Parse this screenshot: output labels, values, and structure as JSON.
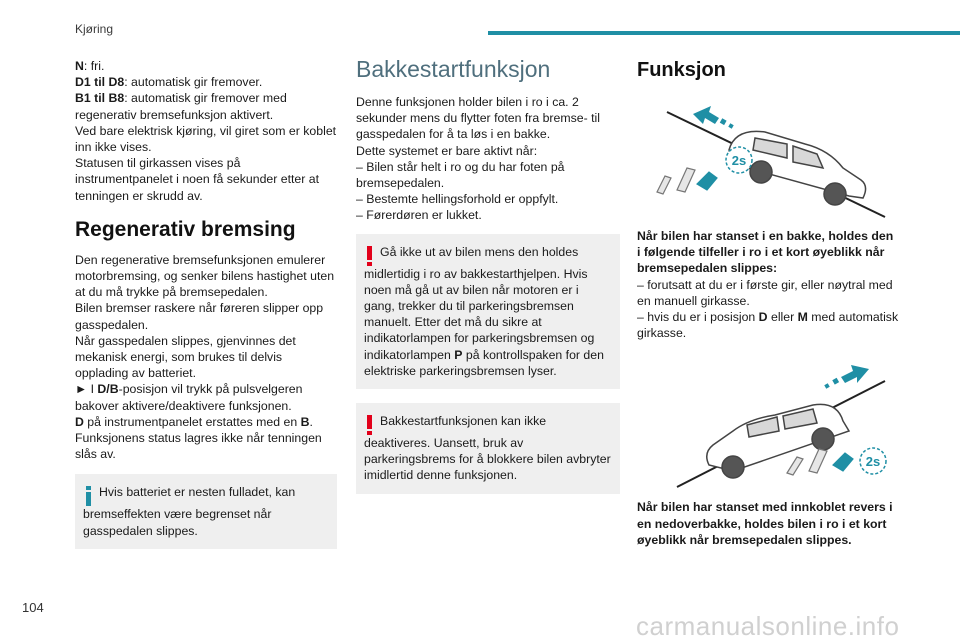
{
  "header": {
    "title": "Kjøring"
  },
  "page_number": "104",
  "watermark": "carmanualsonline.info",
  "col1": {
    "gear_lines": [
      {
        "key": "N",
        "text": ": fri."
      },
      {
        "key": "D1 til D8",
        "text": ": automatisk gir fremover."
      },
      {
        "key": "B1 til B8",
        "text": ": automatisk gir fremover med regenerativ bremsefunksjon aktivert."
      }
    ],
    "gear_note": "Ved bare elektrisk kjøring, vil giret som er koblet inn ikke vises.",
    "gear_status": "Statusen til girkassen vises på instrumentpanelet i noen få sekunder etter at tenningen er skrudd av.",
    "regen_heading": "Regenerativ bremsing",
    "regen_p1": "Den regenerative bremsefunksjonen emulerer motorbremsing, og senker bilens hastighet uten at du må trykke på bremsepedalen.",
    "regen_p2": "Bilen bremser raskere når føreren slipper opp gasspedalen.",
    "regen_p3": "Når gasspedalen slippes, gjenvinnes det mekanisk energi, som brukes til delvis opplading av batteriet.",
    "regen_p4_pre": "► I ",
    "regen_p4_bold": "D/B",
    "regen_p4_post": "-posisjon vil trykk på pulsvelgeren bakover aktivere/deaktivere funksjonen.",
    "regen_p5_a": "D",
    "regen_p5_b": " på instrumentpanelet erstattes med en ",
    "regen_p5_c": "B",
    "regen_p5_d": ".",
    "regen_p6": "Funksjonens status lagres ikke når tenningen slås av.",
    "info_box": "Hvis batteriet er nesten fulladet, kan bremseffekten være begrenset når gasspedalen slippes."
  },
  "col2": {
    "heading": "Bakkestartfunksjon",
    "p1": "Denne funksjonen holder bilen i ro i ca. 2 sekunder mens du flytter foten fra bremse- til gasspedalen for å ta løs i en bakke.",
    "p2": "Dette systemet er bare aktivt når:",
    "p3": "– Bilen står helt i ro og du har foten på bremsepedalen.",
    "p4": "– Bestemte hellingsforhold er oppfylt.",
    "p5": "– Førerdøren er lukket.",
    "warn1_pre": "Gå ikke ut av bilen mens den holdes midlertidig i ro av bakkestarthjelpen. Hvis noen må gå ut av bilen når motoren er i gang, trekker du til parkeringsbremsen manuelt. Etter det må du sikre at indikatorlampen for parkeringsbremsen og indikatorlampen ",
    "warn1_bold": "P",
    "warn1_post": " på kontrollspaken for den elektriske parkeringsbremsen lyser.",
    "warn2": "Bakkestartfunksjonen kan ikke deaktiveres. Uansett, bruk av parkeringsbrems for å blokkere bilen avbryter imidlertid denne funksjonen."
  },
  "col3": {
    "heading": "Funksjon",
    "caption1": "Når bilen har stanset i en bakke, holdes den i følgende tilfeller i ro i et kort øyeblikk når bremsepedalen slippes:",
    "item1": "– forutsatt at du er i første gir, eller nøytral med en manuell girkasse.",
    "item2_pre": "– hvis du er i posisjon ",
    "item2_d": "D",
    "item2_mid": " eller ",
    "item2_m": "M",
    "item2_post": " med automatisk girkasse.",
    "caption2": "Når bilen har stanset med innkoblet revers i en nedoverbakke, holdes bilen i ro i et kort øyeblikk når bremsepedalen slippes.",
    "badge_text": "2s"
  },
  "colors": {
    "accent": "#1f8fa5",
    "warning": "#e2001a",
    "info": "#1f8fa5",
    "box_bg": "#efefef",
    "heading_light": "#4f6f7d"
  }
}
